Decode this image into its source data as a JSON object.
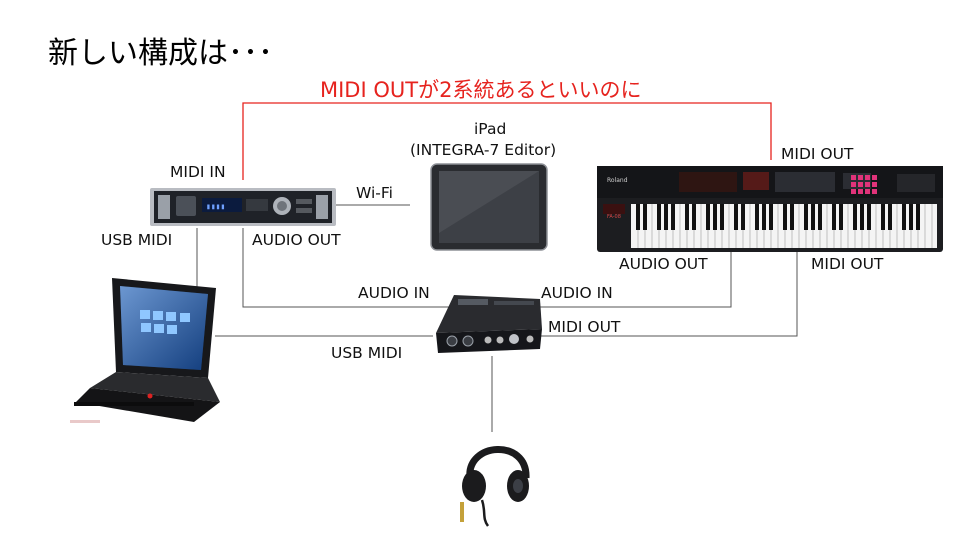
{
  "title": "新しい構成は･･･",
  "note": "MIDI OUTが2系統あるといいのに",
  "colors": {
    "note": "#e6231e",
    "wire": "#555555",
    "red_wire": "#e6231e"
  },
  "devices": {
    "ipad": {
      "name": "iPad",
      "sub": "(INTEGRA-7 Editor)"
    },
    "keyboard_brand": "Roland",
    "keyboard_model": "FA-08"
  },
  "labels": {
    "midi_in": "MIDI IN",
    "midi_out_top": "MIDI OUT",
    "wifi": "Wi-Fi",
    "usb_midi_left": "USB MIDI",
    "audio_out_module": "AUDIO OUT",
    "audio_out_keyboard": "AUDIO OUT",
    "midi_out_keyboard": "MIDI OUT",
    "audio_in_left": "AUDIO IN",
    "audio_in_right": "AUDIO IN",
    "midi_out_interface": "MIDI OUT",
    "usb_midi_bottom": "USB MIDI"
  }
}
